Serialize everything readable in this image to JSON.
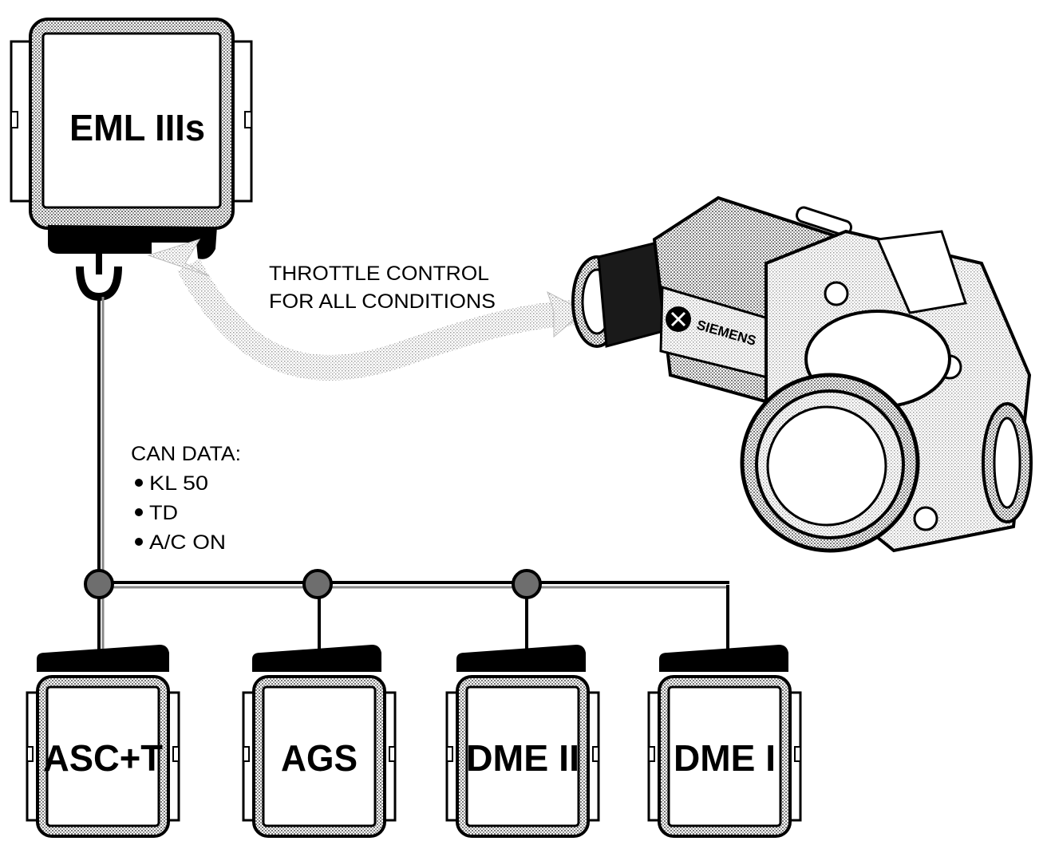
{
  "main_module": {
    "label": "EML IIIs"
  },
  "throttle_note": {
    "line1": "THROTTLE CONTROL",
    "line2": "FOR ALL CONDITIONS"
  },
  "can_note": {
    "title": "CAN DATA:",
    "items": [
      "KL 50",
      "TD",
      "A/C ON"
    ]
  },
  "throttle_body": {
    "brand": "SIEMENS"
  },
  "modules": [
    {
      "label": "ASC+T"
    },
    {
      "label": "AGS"
    },
    {
      "label": "DME II"
    },
    {
      "label": "DME I"
    }
  ],
  "colors": {
    "line": "#000000",
    "shade": "#9a9a9a",
    "node": "#6e6e6e"
  }
}
